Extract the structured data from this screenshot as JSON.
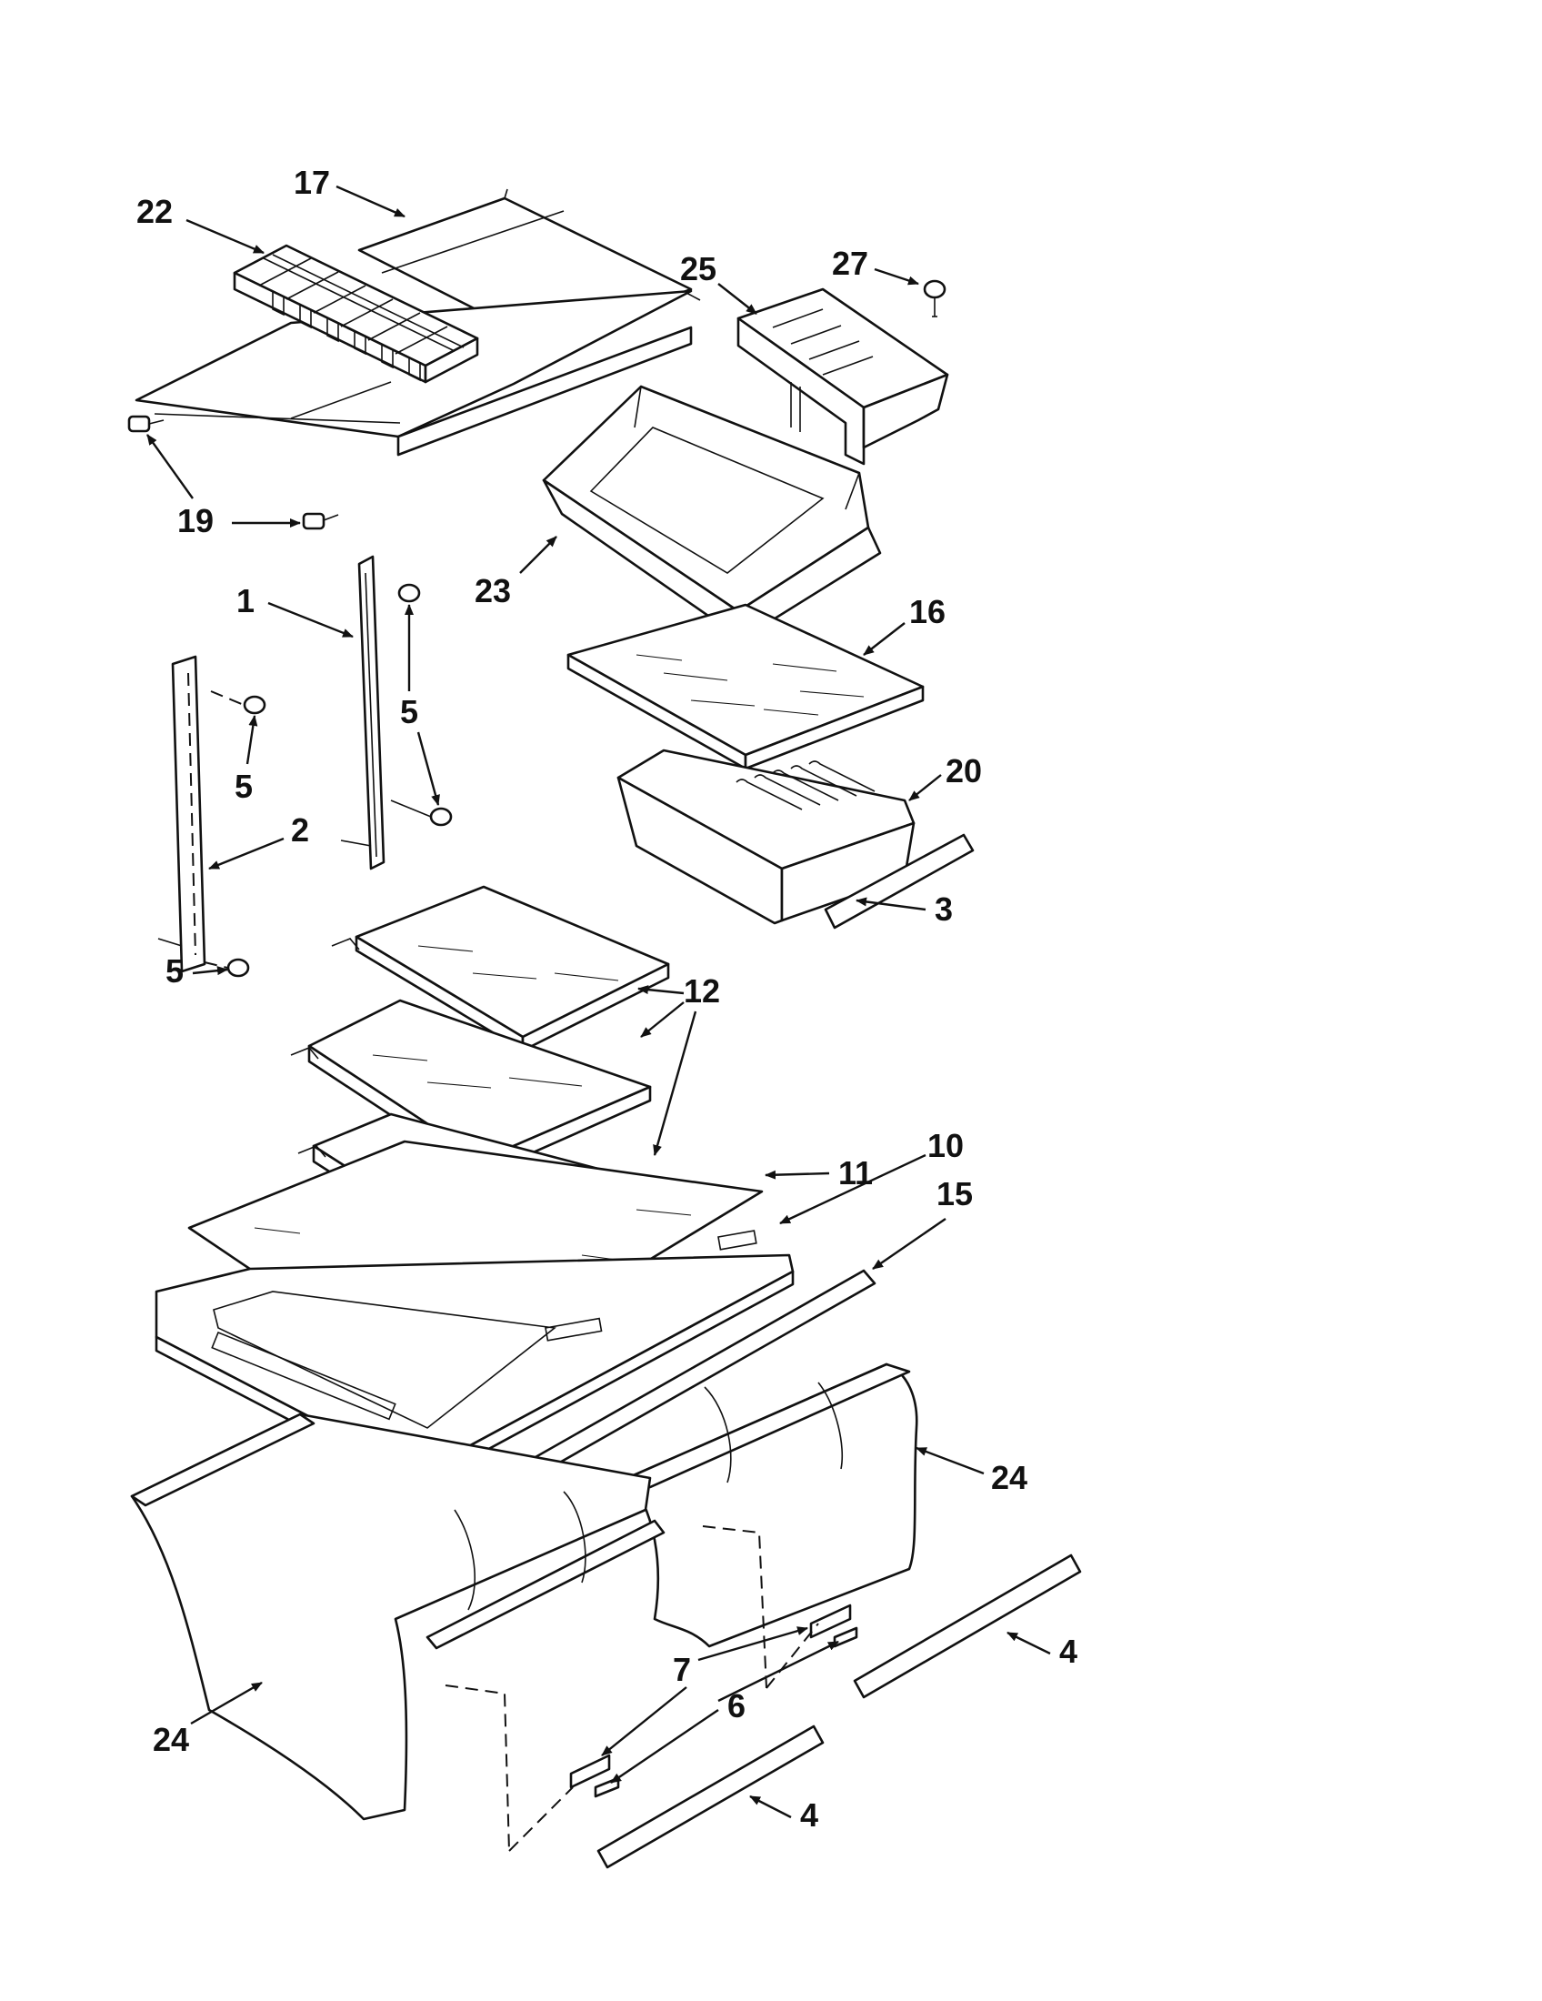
{
  "callouts": [
    {
      "id": "c1",
      "label": "1"
    },
    {
      "id": "c2",
      "label": "2"
    },
    {
      "id": "c3",
      "label": "3"
    },
    {
      "id": "c4a",
      "label": "4"
    },
    {
      "id": "c4b",
      "label": "4"
    },
    {
      "id": "c5a",
      "label": "5"
    },
    {
      "id": "c5b",
      "label": "5"
    },
    {
      "id": "c5c",
      "label": "5"
    },
    {
      "id": "c6",
      "label": "6"
    },
    {
      "id": "c7",
      "label": "7"
    },
    {
      "id": "c10",
      "label": "10"
    },
    {
      "id": "c11",
      "label": "11"
    },
    {
      "id": "c12",
      "label": "12"
    },
    {
      "id": "c15",
      "label": "15"
    },
    {
      "id": "c16",
      "label": "16"
    },
    {
      "id": "c17",
      "label": "17"
    },
    {
      "id": "c19",
      "label": "19"
    },
    {
      "id": "c20",
      "label": "20"
    },
    {
      "id": "c22",
      "label": "22"
    },
    {
      "id": "c23",
      "label": "23"
    },
    {
      "id": "c24a",
      "label": "24"
    },
    {
      "id": "c24b",
      "label": "24"
    },
    {
      "id": "c25",
      "label": "25"
    },
    {
      "id": "c27",
      "label": "27"
    }
  ]
}
